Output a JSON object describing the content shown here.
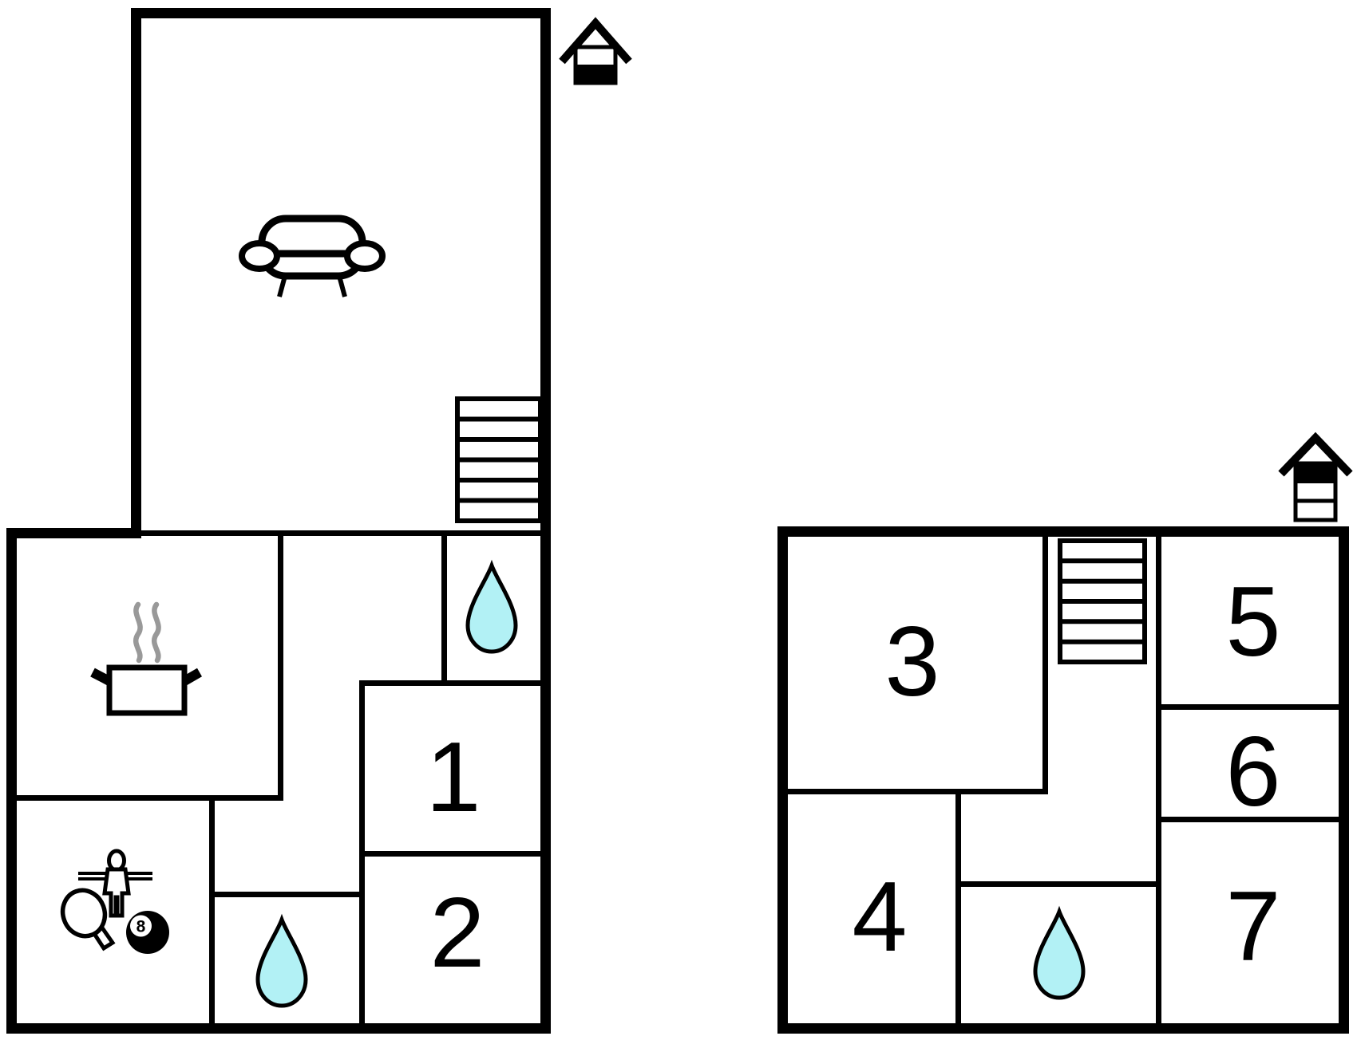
{
  "colors": {
    "wall": "#000000",
    "water_drop_fill": "#b2f1f5",
    "steam_gray": "#999999",
    "icon_fill": "#ffffff",
    "background": "#ffffff"
  },
  "plans": {
    "ground_floor": {
      "level_indicator": "house icon, lower level highlighted",
      "bedrooms": [
        {
          "label": "1"
        },
        {
          "label": "2"
        }
      ],
      "features": [
        "living-room-sofa",
        "staircase",
        "bathroom-drop",
        "kitchen-pot",
        "game-room",
        "bathroom-drop"
      ]
    },
    "upper_floor": {
      "level_indicator": "house icon, upper level highlighted",
      "bedrooms": [
        {
          "label": "3"
        },
        {
          "label": "4"
        },
        {
          "label": "5"
        },
        {
          "label": "6"
        },
        {
          "label": "7"
        }
      ],
      "features": [
        "staircase",
        "bathroom-drop"
      ]
    }
  },
  "icons": {
    "eight_ball_number": "8"
  }
}
